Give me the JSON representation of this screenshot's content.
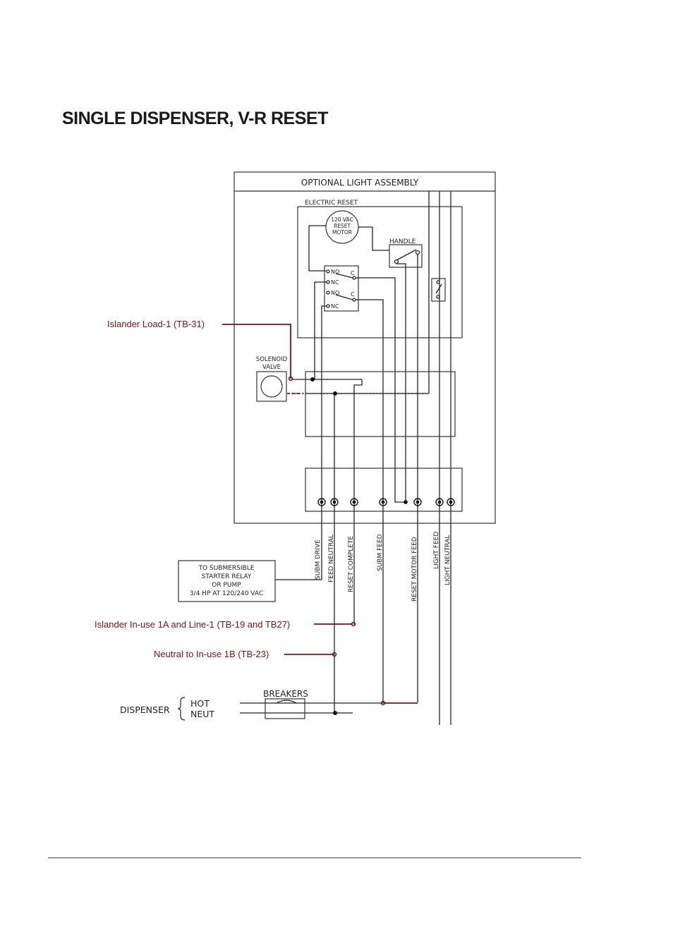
{
  "title": "SINGLE DISPENSER, V-R RESET",
  "assembly": {
    "light_assembly": "OPTIONAL  LIGHT  ASSEMBLY",
    "electric_reset": "ELECTRIC  RESET",
    "motor": [
      "120 VAC",
      "RESET",
      "MOTOR"
    ],
    "handle": "HANDLE",
    "switch_no": "NO",
    "switch_nc": "NC",
    "switch_c": "C",
    "solenoid": [
      "SOLENOID",
      "VALVE"
    ]
  },
  "terminals": [
    "SUBM  DRIVE",
    "FEED  NEUTRAL",
    "RESET  COMPLETE",
    "SUBM  FEED",
    "RESET  MOTOR  FEED",
    "LIGHT  FEED",
    "LIGHT  NEUTRAL"
  ],
  "starter_box": [
    "TO  SUBMERSIBLE",
    "STARTER  RELAY",
    "OR  PUMP",
    "3/4  HP  AT  120/240  VAC"
  ],
  "breakers": "BREAKERS",
  "dispenser": {
    "label": "DISPENSER",
    "hot": "HOT",
    "neut": "NEUT"
  },
  "annotations": {
    "load": "Islander Load-1 (TB-31)",
    "inuse": "Islander In-use 1A and Line-1 (TB-19 and TB27)",
    "neutral": "Neutral to In-use 1B (TB-23)"
  },
  "colors": {
    "annotation": "#7a1216",
    "line": "#222222"
  }
}
